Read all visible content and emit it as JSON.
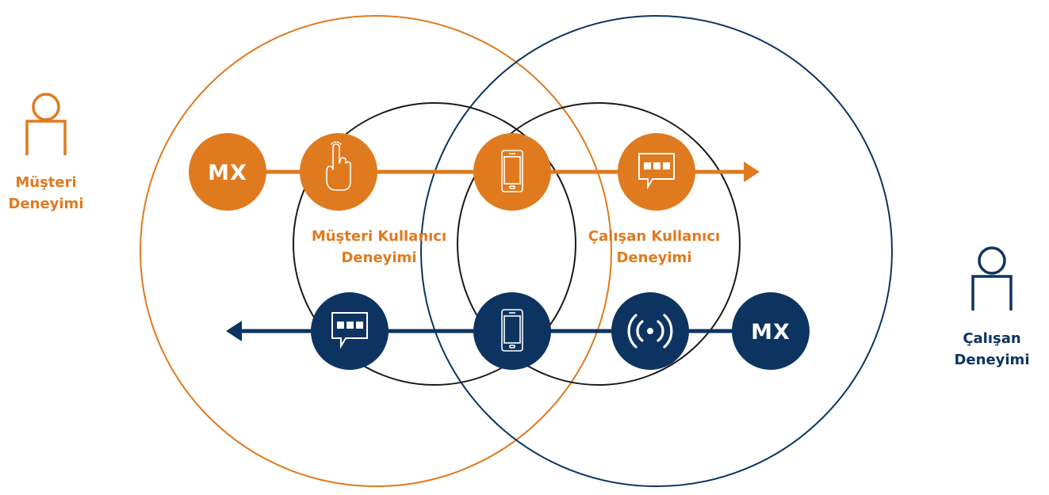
{
  "colors": {
    "orange": "#E07A1F",
    "navy": "#0D3461",
    "black": "#1a1a1a",
    "white": "#ffffff"
  },
  "left_persona": {
    "icon": "person-icon",
    "line1": "Müşteri",
    "line2": "Deneyimi"
  },
  "right_persona": {
    "icon": "person-icon",
    "line1": "Çalışan",
    "line2": "Deneyimi"
  },
  "inner_left": {
    "line1": "Müşteri Kullanıcı",
    "line2": "Deneyimi"
  },
  "inner_right": {
    "line1": "Çalışan Kullanıcı",
    "line2": "Deneyimi"
  },
  "top_flow": {
    "direction": "right",
    "nodes": [
      {
        "kind": "text",
        "label": "MX"
      },
      {
        "kind": "icon",
        "icon": "touch-hand-icon"
      },
      {
        "kind": "icon",
        "icon": "smartphone-icon"
      },
      {
        "kind": "icon",
        "icon": "chat-bubble-icon"
      }
    ]
  },
  "bottom_flow": {
    "direction": "left",
    "nodes": [
      {
        "kind": "icon",
        "icon": "chat-bubble-icon"
      },
      {
        "kind": "icon",
        "icon": "smartphone-icon"
      },
      {
        "kind": "icon",
        "icon": "broadcast-signal-icon"
      },
      {
        "kind": "text",
        "label": "MX"
      }
    ]
  }
}
